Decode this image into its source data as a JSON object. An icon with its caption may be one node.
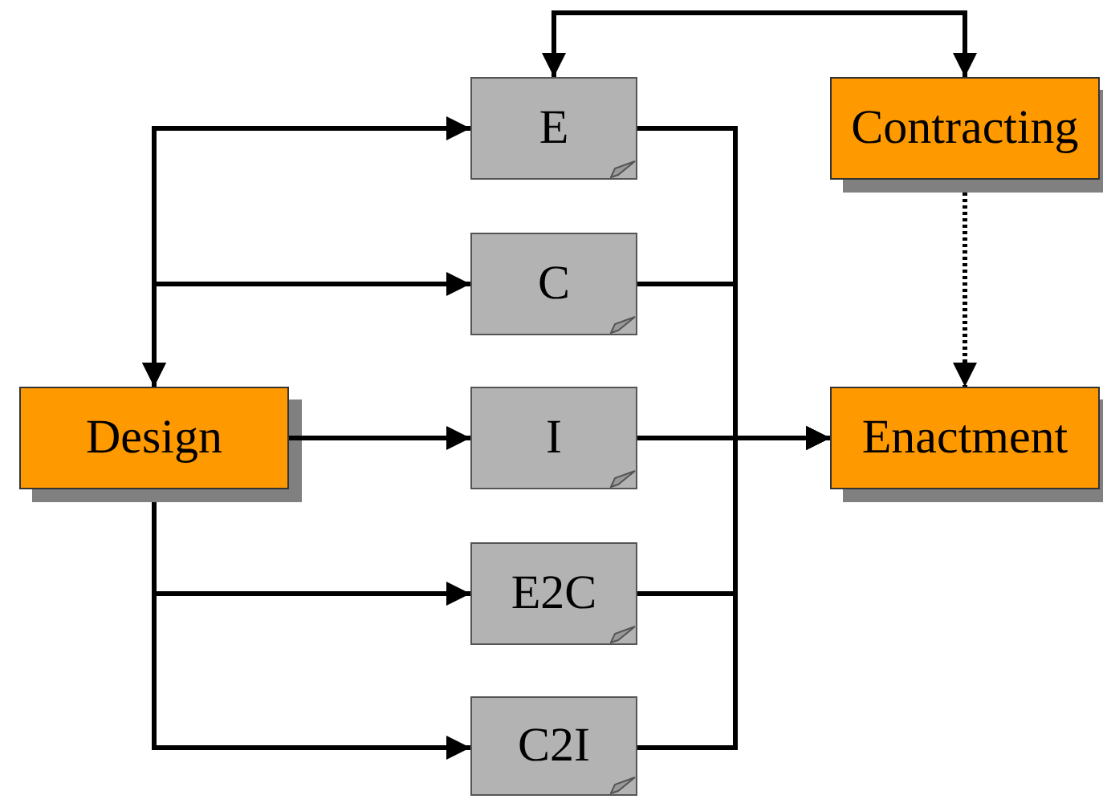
{
  "diagram": {
    "nodes": [
      {
        "text": [
          "Design"
        ]
      },
      {
        "text": [
          "E"
        ]
      },
      {
        "text": [
          "C"
        ]
      },
      {
        "text": [
          "I"
        ]
      },
      {
        "text": [
          "E2C"
        ]
      },
      {
        "text": [
          "C2I"
        ]
      },
      {
        "text": [
          "Contracting"
        ]
      },
      {
        "text": [
          "Enactment"
        ]
      }
    ],
    "edges": [
      {
        "from": 0,
        "to": 1,
        "arrow": "both"
      },
      {
        "from": 0,
        "to": 2,
        "arrow": "both"
      },
      {
        "from": 0,
        "to": 3,
        "arrow": "to"
      },
      {
        "from": 0,
        "to": 4,
        "arrow": "to"
      },
      {
        "from": 0,
        "to": 5,
        "arrow": "to"
      },
      {
        "from": 1,
        "to": 7,
        "arrow": "to"
      },
      {
        "from": 2,
        "to": 7,
        "arrow": "to"
      },
      {
        "from": 3,
        "to": 7,
        "arrow": "to"
      },
      {
        "from": 4,
        "to": 7,
        "arrow": "to"
      },
      {
        "from": 5,
        "to": 7,
        "arrow": "to"
      },
      {
        "from": 1,
        "to": 6,
        "arrow": "both"
      },
      {
        "from": 6,
        "to": 7,
        "arrow": "to",
        "style": "dashed"
      }
    ]
  }
}
